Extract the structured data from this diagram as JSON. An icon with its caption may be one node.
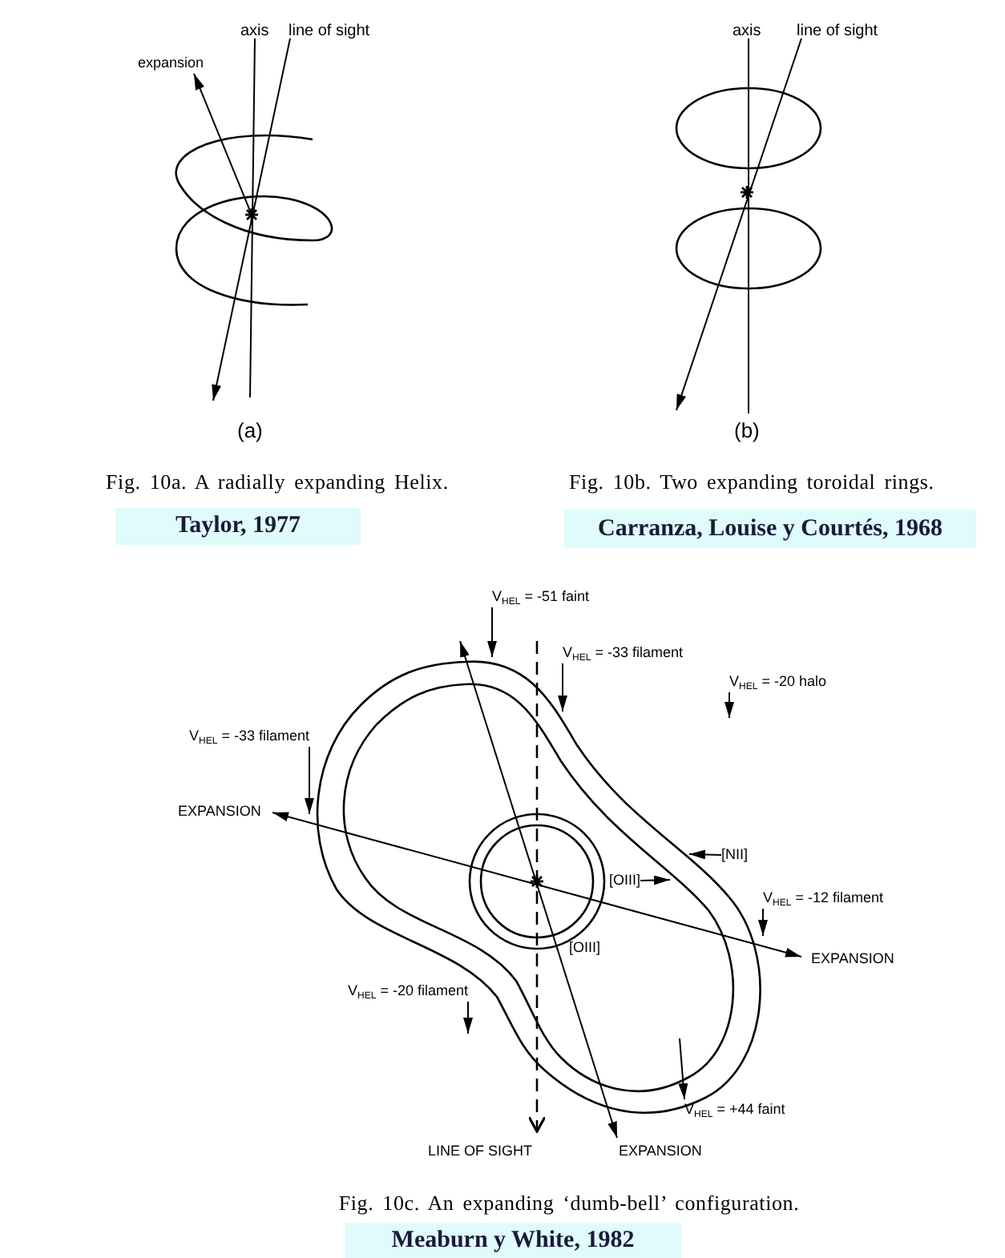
{
  "diagram": {
    "nodes": [
      {
        "text": [
          "V$_{HEL}$ = -51 faint"
        ]
      },
      {
        "text": [
          "V$_{HEL}$ = -33 filament"
        ]
      },
      {
        "text": [
          "V$_{HEL}$ = -20 halo"
        ]
      },
      {
        "text": [
          "V$_{HEL}$ = -33 filament"
        ]
      },
      {
        "text": [
          "[NII]"
        ]
      },
      {
        "text": [
          "[OIII]"
        ]
      },
      {
        "text": [
          "V$_{HEL}$ = -12 filament"
        ]
      },
      {
        "text": [
          "V$_{HEL}$ = -20 filament"
        ]
      },
      {
        "text": [
          "V$_{HEL}$ = +44 faint"
        ]
      }
    ],
    "edges": [
      {
        "from": 0,
        "to": null,
        "arrow": "to"
      },
      {
        "from": 1,
        "to": null,
        "arrow": "to"
      },
      {
        "from": 2,
        "to": null,
        "arrow": "to"
      },
      {
        "from": 3,
        "to": null,
        "arrow": "to"
      },
      {
        "from": 4,
        "to": null,
        "arrow": "to"
      },
      {
        "from": 5,
        "to": null,
        "arrow": "to"
      },
      {
        "from": 6,
        "to": null,
        "arrow": "to"
      },
      {
        "from": 7,
        "to": null,
        "arrow": "to"
      },
      {
        "from": null,
        "to": 8,
        "arrow": "to"
      }
    ],
    "labels": [
      "axis",
      "line of sight",
      "axis",
      "line of sight",
      "expansion",
      "(a)",
      "(b)",
      "Fig. 10a. A radially expanding Helix.",
      "Fig. 10b. Two expanding toroidal rings.",
      "Taylor, 1977",
      "Carranza, Louise y Courtés, 1968",
      "EXPANSION",
      "EXPANSION",
      "[OIII]",
      "LINE OF SIGHT",
      "EXPANSION",
      "Fig. 10c. An expanding ‘dumb-bell’ configuration.",
      "Meaburn y White, 1982"
    ]
  }
}
